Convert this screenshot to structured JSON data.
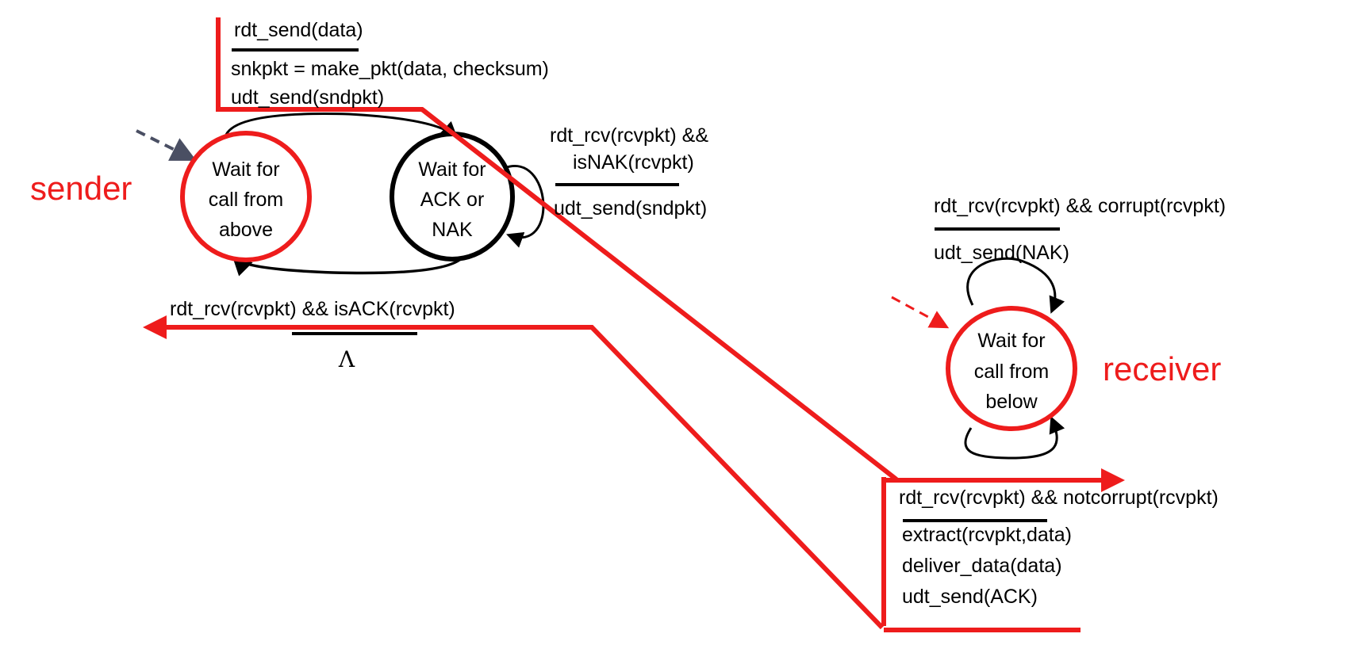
{
  "colors": {
    "highlight": "#ee1c1c",
    "ink": "#000000",
    "dashed_arrow_gray": "#4a4f63"
  },
  "roles": {
    "sender": "sender",
    "receiver": "receiver"
  },
  "states": {
    "wait_above": [
      "Wait for",
      "call from",
      "above"
    ],
    "wait_ack_nak": [
      "Wait for",
      "ACK or",
      "NAK"
    ],
    "wait_below": [
      "Wait for",
      "call from",
      "below"
    ]
  },
  "transitions": {
    "rdt_send": {
      "event": "rdt_send(data)",
      "actions": [
        "snkpkt = make_pkt(data, checksum)",
        "udt_send(sndpkt)"
      ]
    },
    "nak_loop": {
      "event": [
        "rdt_rcv(rcvpkt) &&",
        "isNAK(rcvpkt)"
      ],
      "actions": [
        "udt_send(sndpkt)"
      ]
    },
    "ack": {
      "event": "rdt_rcv(rcvpkt)  && isACK(rcvpkt)",
      "action": "Λ"
    },
    "corrupt_loop": {
      "event": "rdt_rcv(rcvpkt)  && corrupt(rcvpkt)",
      "actions": [
        "udt_send(NAK)"
      ]
    },
    "notcorrupt": {
      "event": "rdt_rcv(rcvpkt)  &&   notcorrupt(rcvpkt)",
      "actions": [
        "extract(rcvpkt,data)",
        "deliver_data(data)",
        "udt_send(ACK)"
      ]
    }
  }
}
